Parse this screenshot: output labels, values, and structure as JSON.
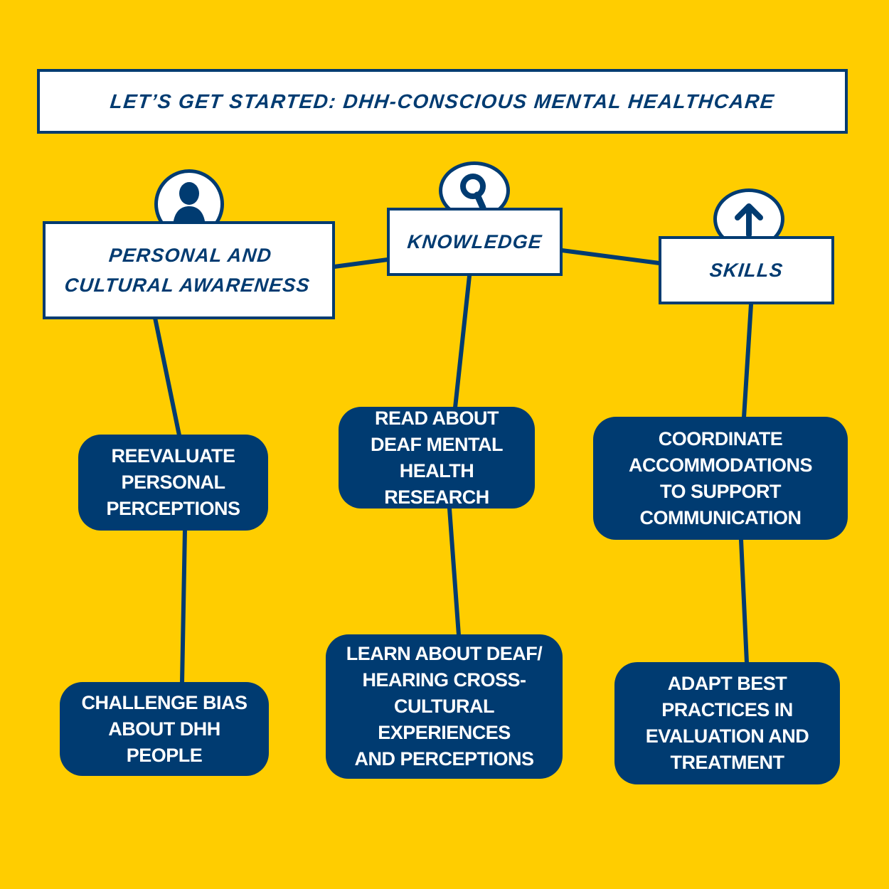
{
  "title": "LET’S GET STARTED: DHH-CONSCIOUS MENTAL HEALTHCARE",
  "colors": {
    "background": "#FFCD00",
    "accent": "#003B71",
    "box": "#FFFFFF"
  },
  "categories": [
    {
      "label": "PERSONAL AND\nCULTURAL AWARENESS",
      "icon": "person-icon",
      "items": [
        "REEVALUATE\nPERSONAL\nPERCEPTIONS",
        "CHALLENGE BIAS\nABOUT DHH PEOPLE"
      ]
    },
    {
      "label": "KNOWLEDGE",
      "icon": "magnifier-icon",
      "items": [
        "READ ABOUT\nDEAF MENTAL\nHEALTH RESEARCH",
        "LEARN ABOUT DEAF/\nHEARING CROSS-\nCULTURAL EXPERIENCES\nAND PERCEPTIONS"
      ]
    },
    {
      "label": "SKILLS",
      "icon": "arrow-up-icon",
      "items": [
        "COORDINATE\nACCOMMODATIONS\nTO SUPPORT\nCOMMUNICATION",
        "ADAPT BEST\nPRACTICES IN\nEVALUATION AND\nTREATMENT"
      ]
    }
  ]
}
